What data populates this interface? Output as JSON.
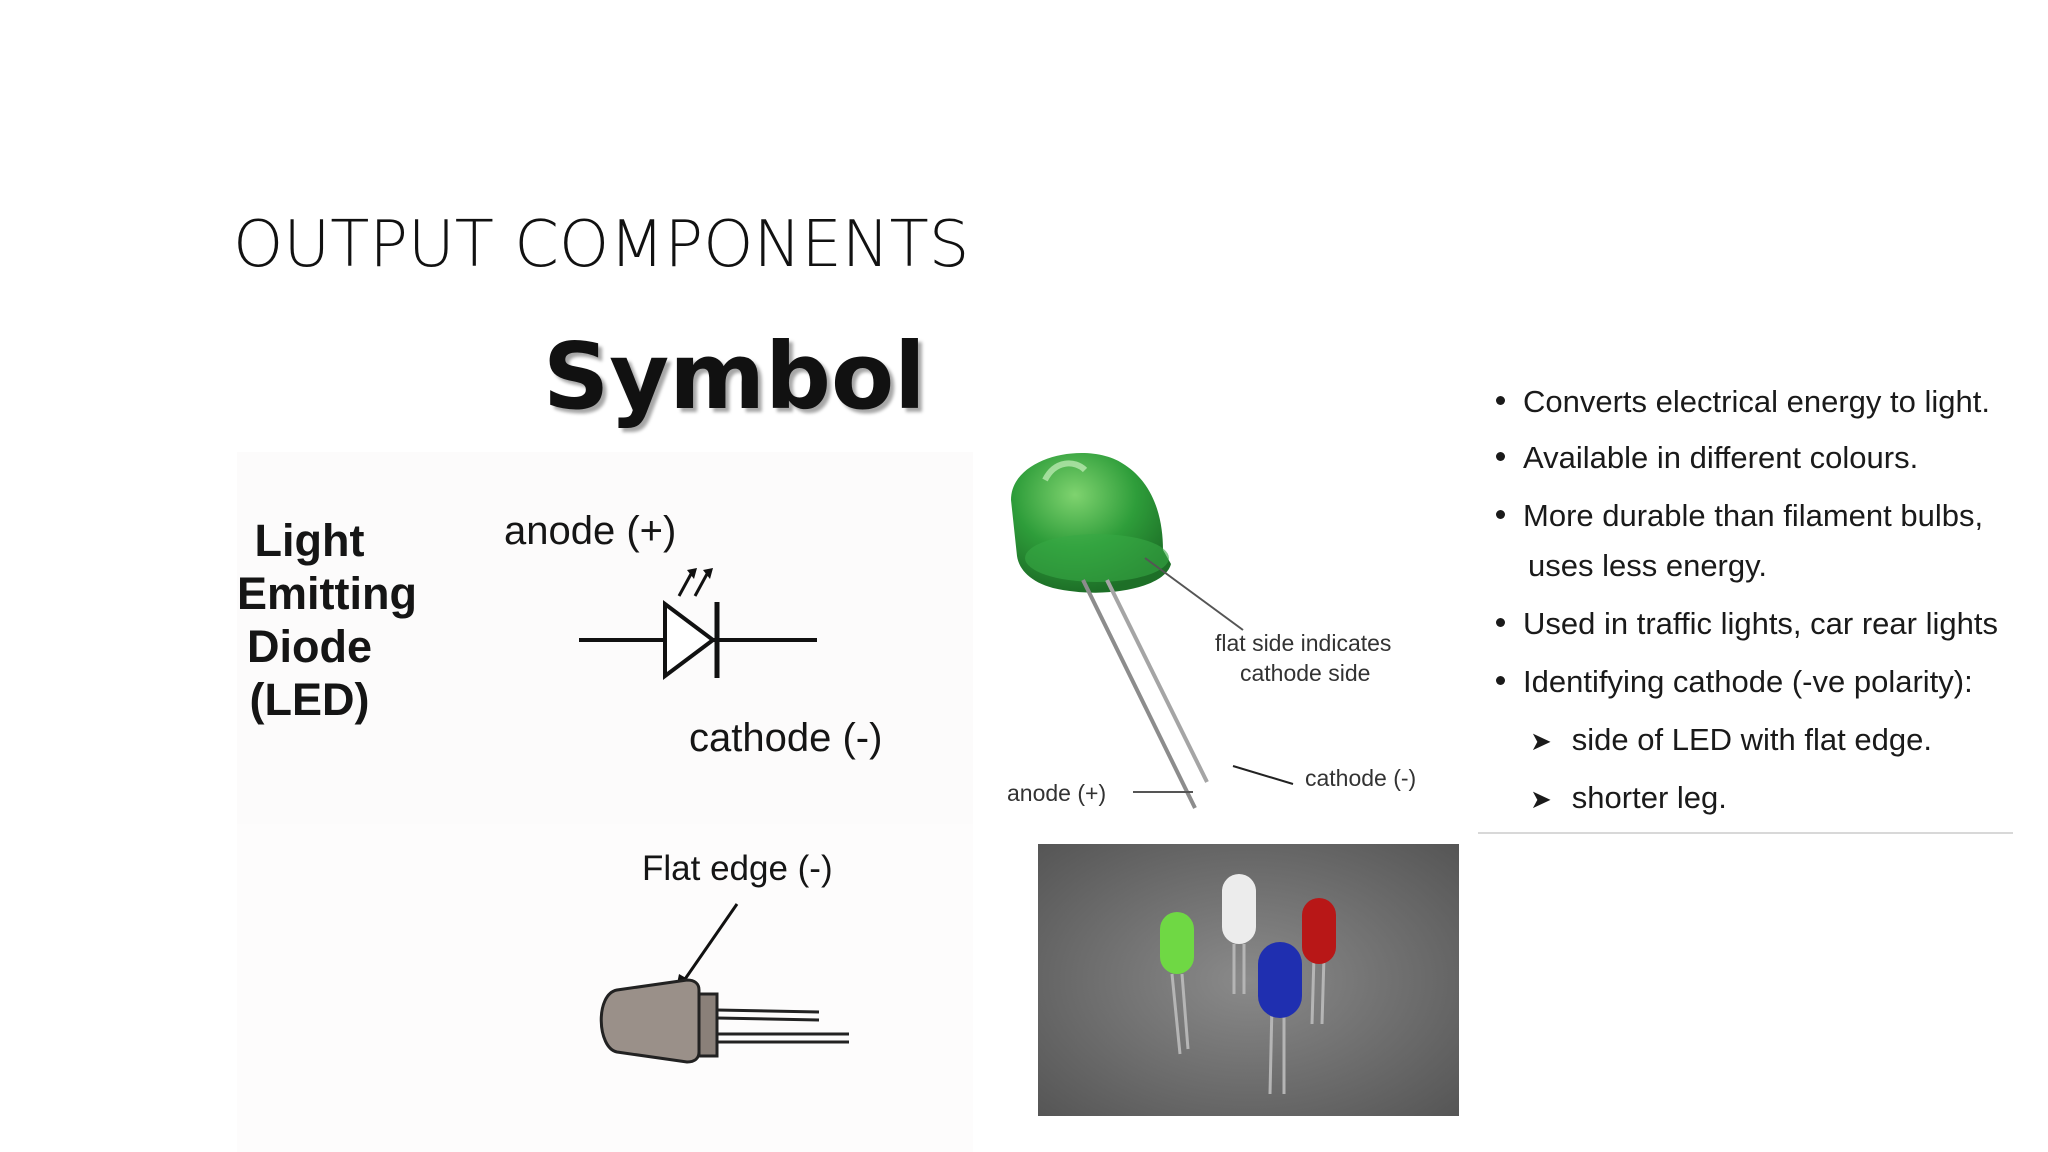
{
  "slide": {
    "title": "OUTPUT COMPONENTS",
    "heading": "Symbol"
  },
  "symbol_diagram": {
    "component_name_lines": [
      "Light",
      "Emitting",
      "Diode",
      "(LED)"
    ],
    "anode_label": "anode (+)",
    "cathode_label": "cathode (-)"
  },
  "led_photo": {
    "flat_side_note_line1": "flat side indicates",
    "flat_side_note_line2": "cathode side",
    "anode_label": "anode (+)",
    "cathode_label": "cathode (-)",
    "led_color": "#2e9d3a"
  },
  "features": {
    "bullets": [
      "Converts electrical energy to light.",
      "Available in different colours.",
      "More durable than filament bulbs,",
      "uses less energy.",
      "Used in traffic lights, car rear lights",
      "Identifying cathode (-ve polarity):"
    ],
    "sub_points": [
      "side of LED with flat edge.",
      "shorter leg."
    ]
  },
  "flat_edge_drawing": {
    "label": "Flat edge (-)"
  },
  "render_leds": {
    "colors": [
      "#7de04a",
      "#e8e8e8",
      "#c01818",
      "#2030b0"
    ]
  }
}
